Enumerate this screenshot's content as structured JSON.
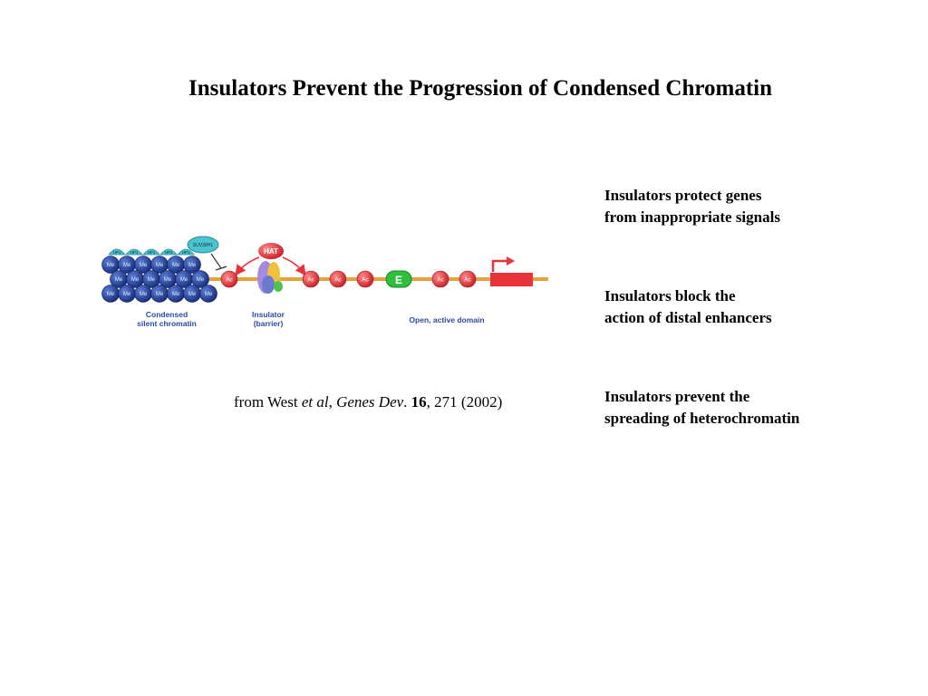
{
  "slide": {
    "title": "Insulators Prevent the Progression of Condensed Chromatin"
  },
  "figure": {
    "hp1_label": "HP1",
    "me_label": "Me",
    "suv_label": "SUV39H1",
    "hat_label": "HAT",
    "ac_label": "Ac",
    "enhancer_label": "E",
    "region_labels": {
      "condensed_line1": "Condensed",
      "condensed_line2": "silent chromatin",
      "insulator_line1": "Insulator",
      "insulator_line2": "(barrier)",
      "open": "Open, active domain"
    },
    "colors": {
      "dna": "#e6a23c",
      "nucleosome": "#1f3f9e",
      "hp1": "#4cc4d0",
      "acetyl": "#e8333a",
      "enhancer": "#2fbf3a",
      "gene": "#e8333a"
    }
  },
  "citation": {
    "prefix": "from West ",
    "etal": "et al",
    "sep1": ", ",
    "journal": "Genes Dev",
    "dot": ". ",
    "volume": "16",
    "rest": ", 271 (2002)"
  },
  "bullets": [
    {
      "line1": "Insulators protect genes",
      "line2": "from inappropriate signals"
    },
    {
      "line1": "Insulators block the",
      "line2": "action of distal enhancers"
    },
    {
      "line1": "Insulators prevent the",
      "line2": "spreading of heterochromatin"
    }
  ]
}
